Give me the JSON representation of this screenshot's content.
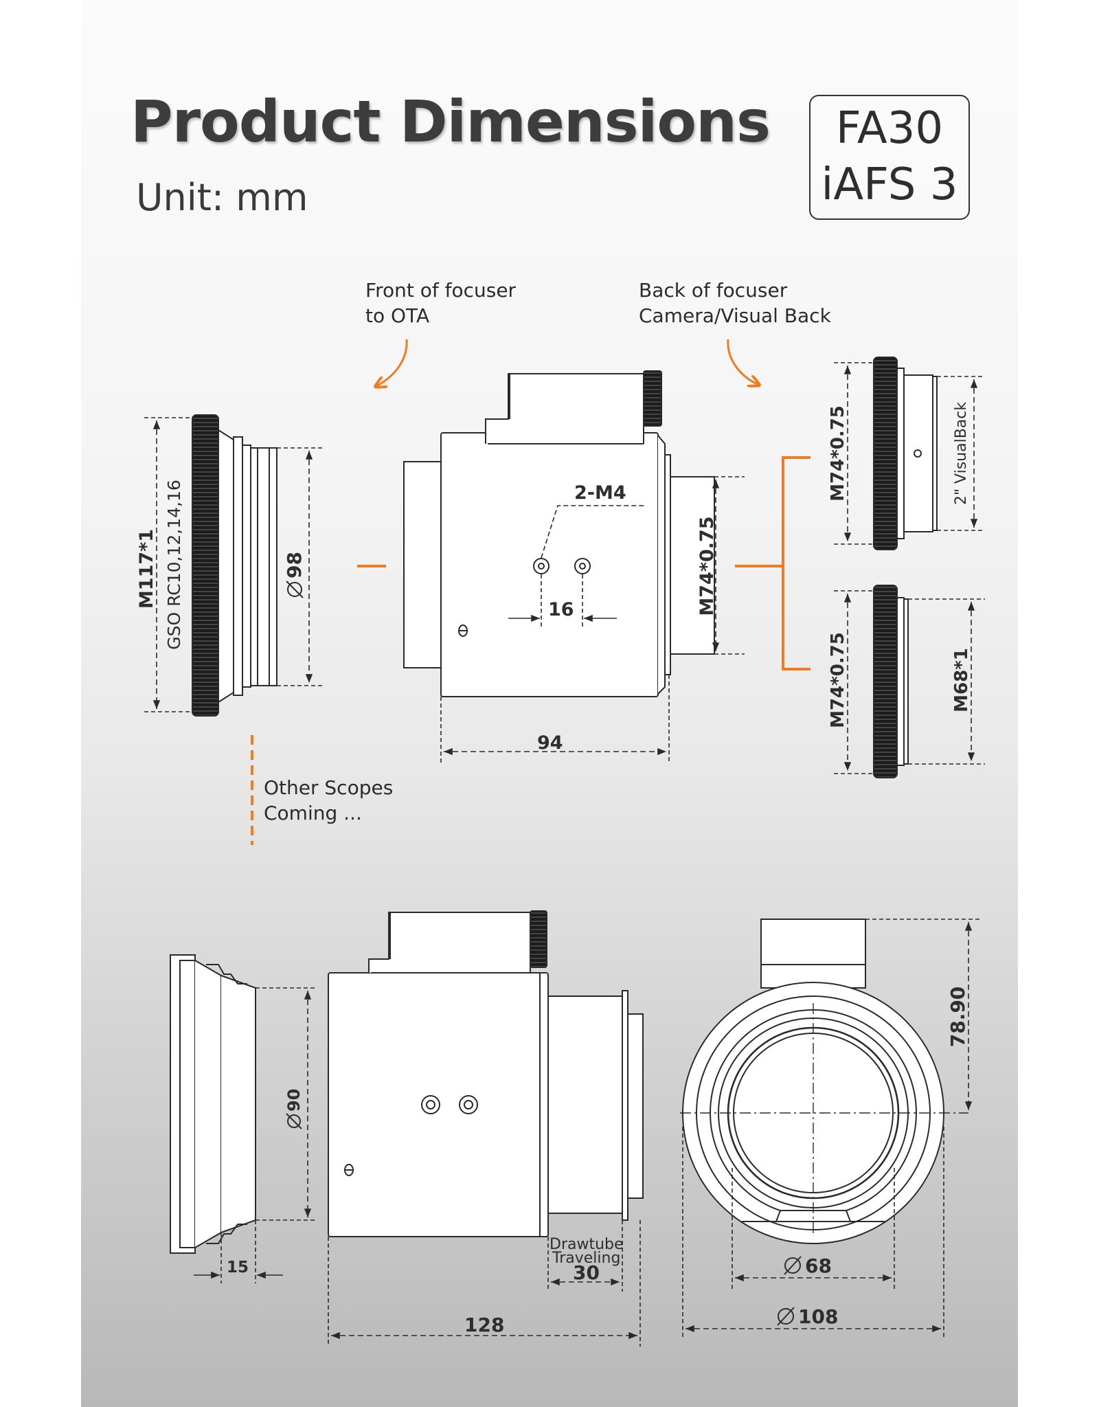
{
  "header": {
    "title": "Product Dimensions",
    "unit": "Unit: mm",
    "badge_line1": "FA30",
    "badge_line2": "iAFS 3"
  },
  "notes": {
    "front_line1": "Front of focuser",
    "front_line2": "to OTA",
    "back_line1": "Back of focuser",
    "back_line2": "Camera/Visual Back",
    "other_line1": "Other Scopes",
    "other_line2": "Coming ..."
  },
  "dimensions": {
    "front_thread": "M117*1",
    "front_compat": "GSO RC10,12,14,16",
    "front_diameter": "98",
    "holes": "2-M4",
    "hole_spacing": "16",
    "body_thread": "M74*0.75",
    "body_length": "94",
    "back_adapter1_thread": "M74*0.75",
    "back_adapter1_visualback": "2\" VisualBack",
    "back_adapter2_thread": "M74*0.75",
    "back_adapter2_inner": "M68*1",
    "side_diameter": "90",
    "side_length": "15",
    "total_length": "128",
    "drawtube_line1": "Drawtube",
    "drawtube_line2": "Traveling",
    "drawtube_travel": "30",
    "end_height": "78.90",
    "end_inner_diameter": "68",
    "end_outer_diameter": "108"
  },
  "colors": {
    "accent": "#f07c22",
    "line": "#2a2a2a",
    "text": "#333333"
  }
}
